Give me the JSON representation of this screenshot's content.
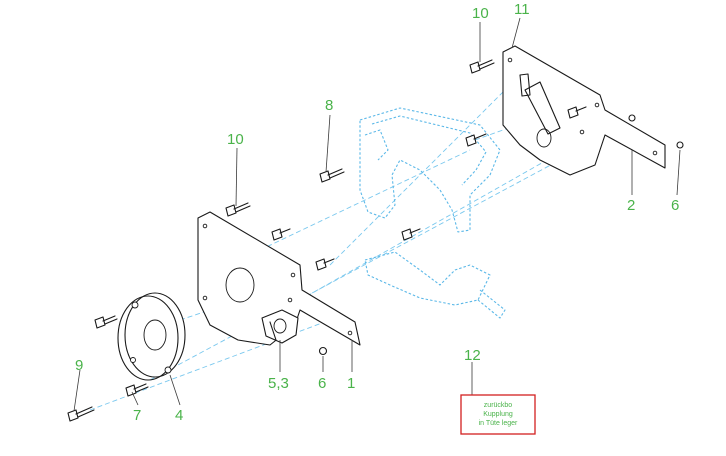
{
  "callouts": {
    "c10_top": "10",
    "c11": "11",
    "c8": "8",
    "c10_left": "10",
    "c2": "2",
    "c6_right": "6",
    "c9": "9",
    "c7": "7",
    "c4": "4",
    "c53": "5,3",
    "c6_bottom": "6",
    "c1": "1",
    "c12": "12"
  },
  "sublabel_53": "",
  "note": {
    "line1": "zurückbo",
    "line2": "Kupplung",
    "line3": "in Tüte leger"
  },
  "colors": {
    "callout_green": "#4ab34a",
    "note_border_red": "#d32020",
    "ghost_blue": "#5bb8e8"
  }
}
